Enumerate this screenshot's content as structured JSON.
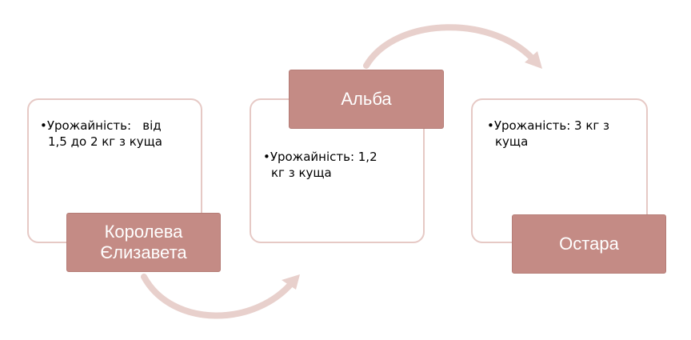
{
  "colors": {
    "card_border": "#e6c9c5",
    "label_fill": "#c48b85",
    "arrow": "#e8d0cc",
    "label_text": "#ffffff"
  },
  "nodes": [
    {
      "label": "Королева Єлизавета",
      "detail_line1": "•Урожайність:   від",
      "detail_line2": "1,5 до 2 кг з куща"
    },
    {
      "label": "Альба",
      "detail_line1": "•Урожайність: 1,2",
      "detail_line2": "кг з куща"
    },
    {
      "label": "Остара",
      "detail_line1": "•Урожаність: 3 кг з",
      "detail_line2": "куща"
    }
  ]
}
